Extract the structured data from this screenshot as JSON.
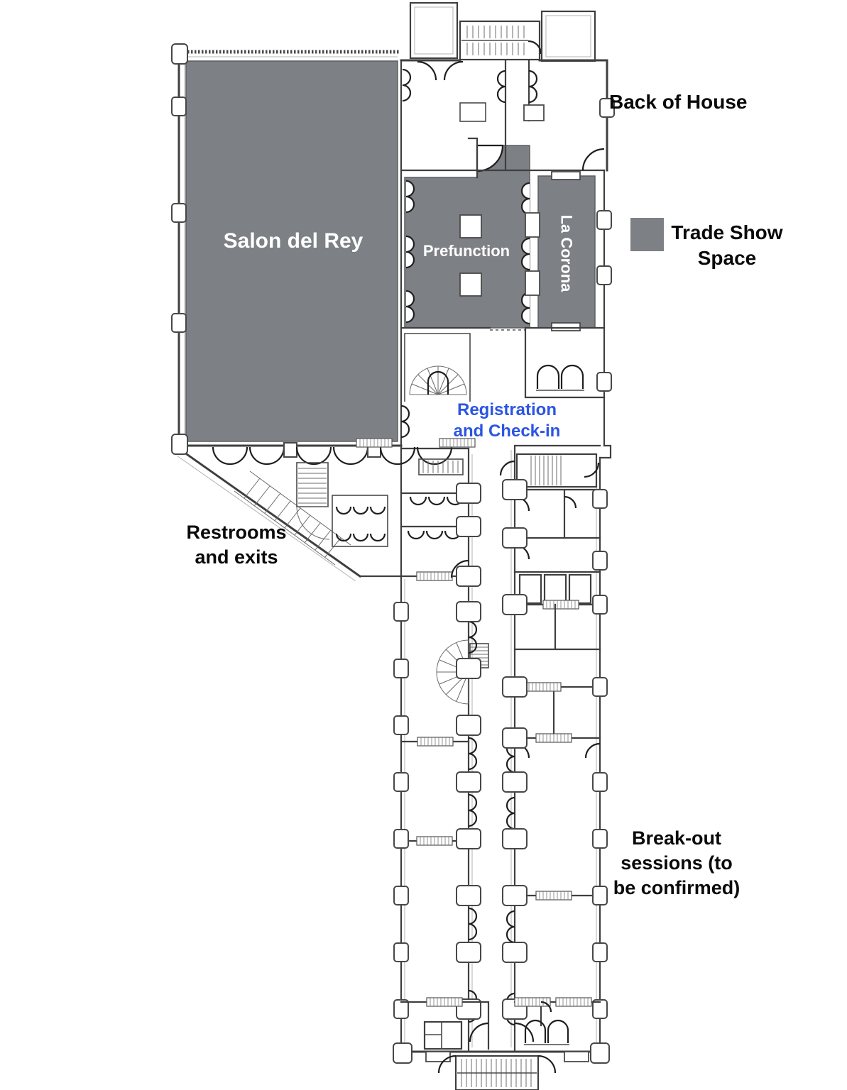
{
  "colors": {
    "trade_show_gray": "#7d8084",
    "text_blue": "#2b55e2",
    "text_black": "#0a0a0a",
    "text_white": "#ffffff",
    "wall_dark": "#3f3f3f",
    "wall_light": "#b3b3b3"
  },
  "rooms": {
    "salon": "Salon del Rey",
    "prefunction": "Prefunction",
    "la_corona": "La Corona"
  },
  "annotations": {
    "back_of_house": "Back of House",
    "registration": "Registration\nand Check-in",
    "restrooms": "Restrooms\nand exits",
    "breakout": "Break-out\nsessions (to\nbe confirmed)"
  },
  "legend": {
    "trade_show": "Trade Show\nSpace"
  }
}
